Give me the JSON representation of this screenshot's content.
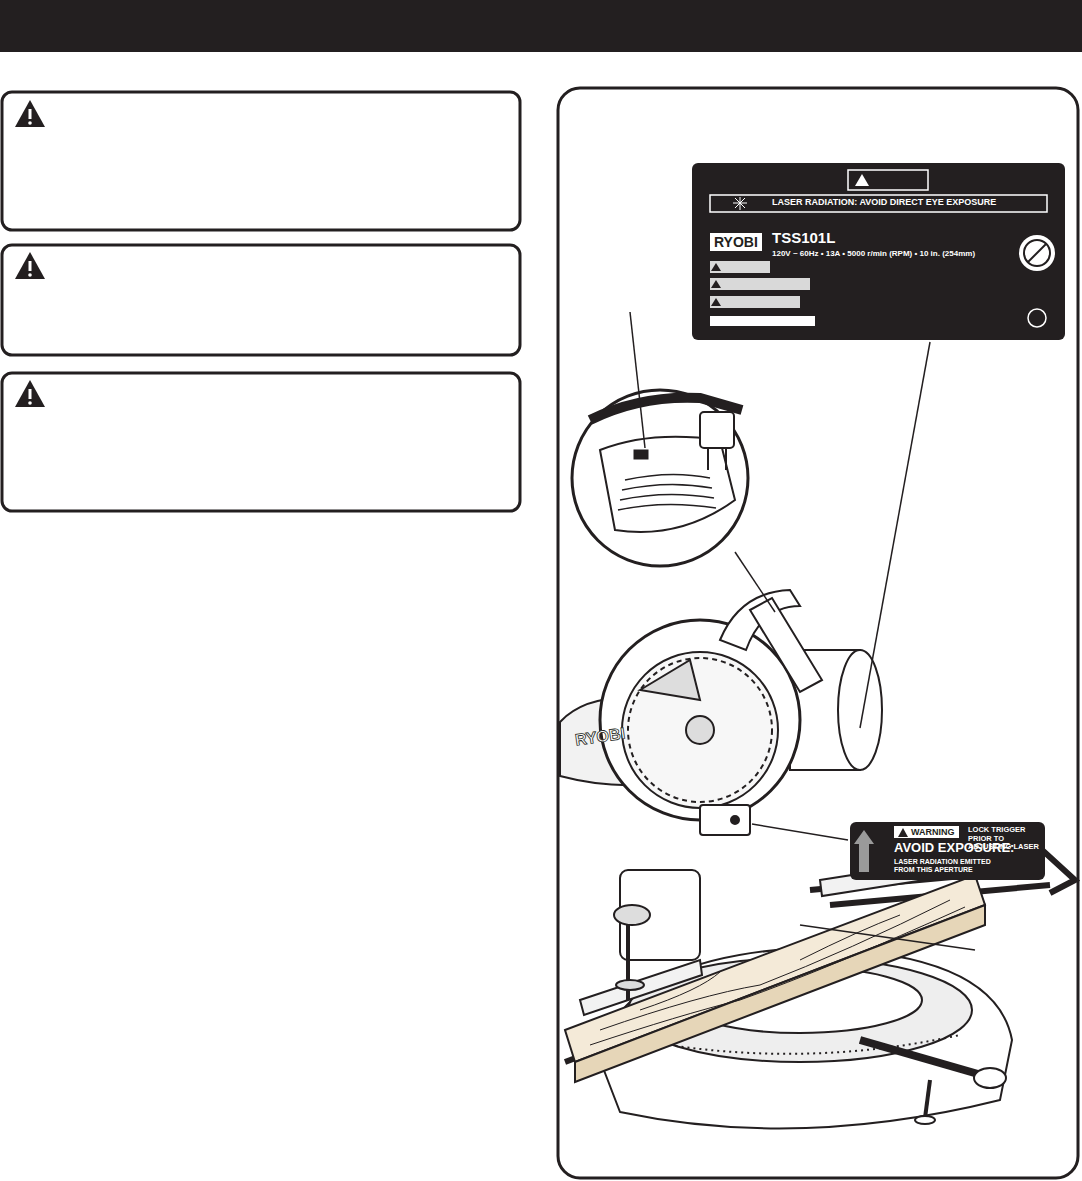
{
  "diagram": {
    "nodes": [
      {
        "text": [
          "LASER RADIATION: AVOID DIRECT EYE EXPOSURE",
          "RYOBI",
          "TSS101L",
          "120V ~ 60Hz • 13A • 5000 r/min (RPM) • 10 in. (254mm)"
        ]
      },
      {
        "text": [
          "WARNING",
          "LOCK TRIGGER PRIOR TO ADJUSTING LASER",
          "AVOID EXPOSURE:",
          "LASER RADIATION EMITTED FROM THIS APERTURE"
        ]
      }
    ],
    "labels": [
      "RYOBI"
    ]
  }
}
